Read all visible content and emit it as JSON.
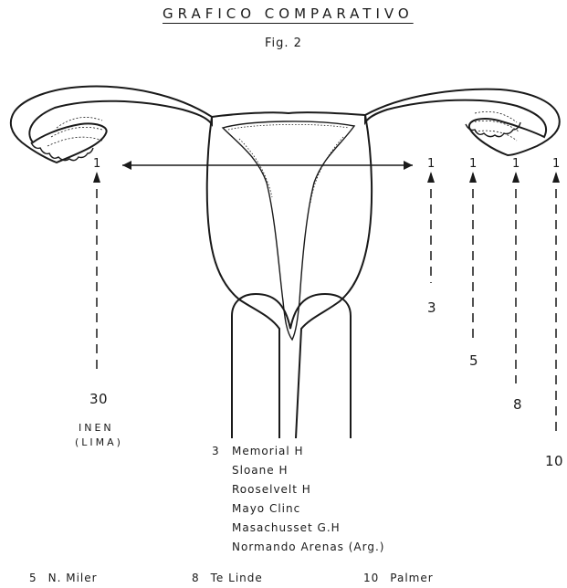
{
  "title": "GRAFICO COMPARATIVO",
  "figure_label": "Fig. 2",
  "markers": {
    "inen_top": "1",
    "inen_bottom": "30",
    "m3_top": "1",
    "m3_bottom": "3",
    "m5_top": "1",
    "m5_bottom": "5",
    "m8_top": "1",
    "m8_bottom": "8",
    "m10_top": "1",
    "m10_bottom": "10"
  },
  "inen_label_1": "INEN",
  "inen_label_2": "(LIMA)",
  "legend": {
    "group_number": "3",
    "group_items": [
      "Memorial H",
      "Sloane H",
      "Rooselvelt H",
      "Mayo Clinc",
      "Masachusset G.H",
      "Normando Arenas (Arg.)"
    ],
    "footer": [
      {
        "number": "5",
        "name": "N. Miler"
      },
      {
        "number": "8",
        "name": "Te Linde"
      },
      {
        "number": "10",
        "name": "Palmer"
      }
    ]
  }
}
